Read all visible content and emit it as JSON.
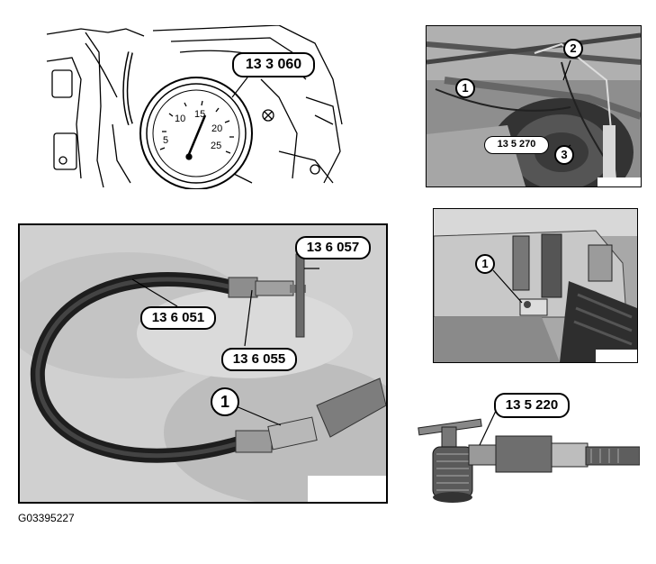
{
  "figure_id": "G03395227",
  "gauge_panel": {
    "tool_label": "13 3 060",
    "scale_numbers": [
      "5",
      "10",
      "15",
      "20",
      "25"
    ]
  },
  "hose_panel": {
    "labels": [
      "13 6 057",
      "13 6 051",
      "13 6 055"
    ],
    "callout": "1"
  },
  "engine_panel": {
    "callouts": [
      "1",
      "2",
      "3"
    ],
    "tool_label": "13 5 270"
  },
  "bracket_panel": {
    "callout": "1"
  },
  "valve_panel": {
    "tool_label": "13 5 220"
  }
}
